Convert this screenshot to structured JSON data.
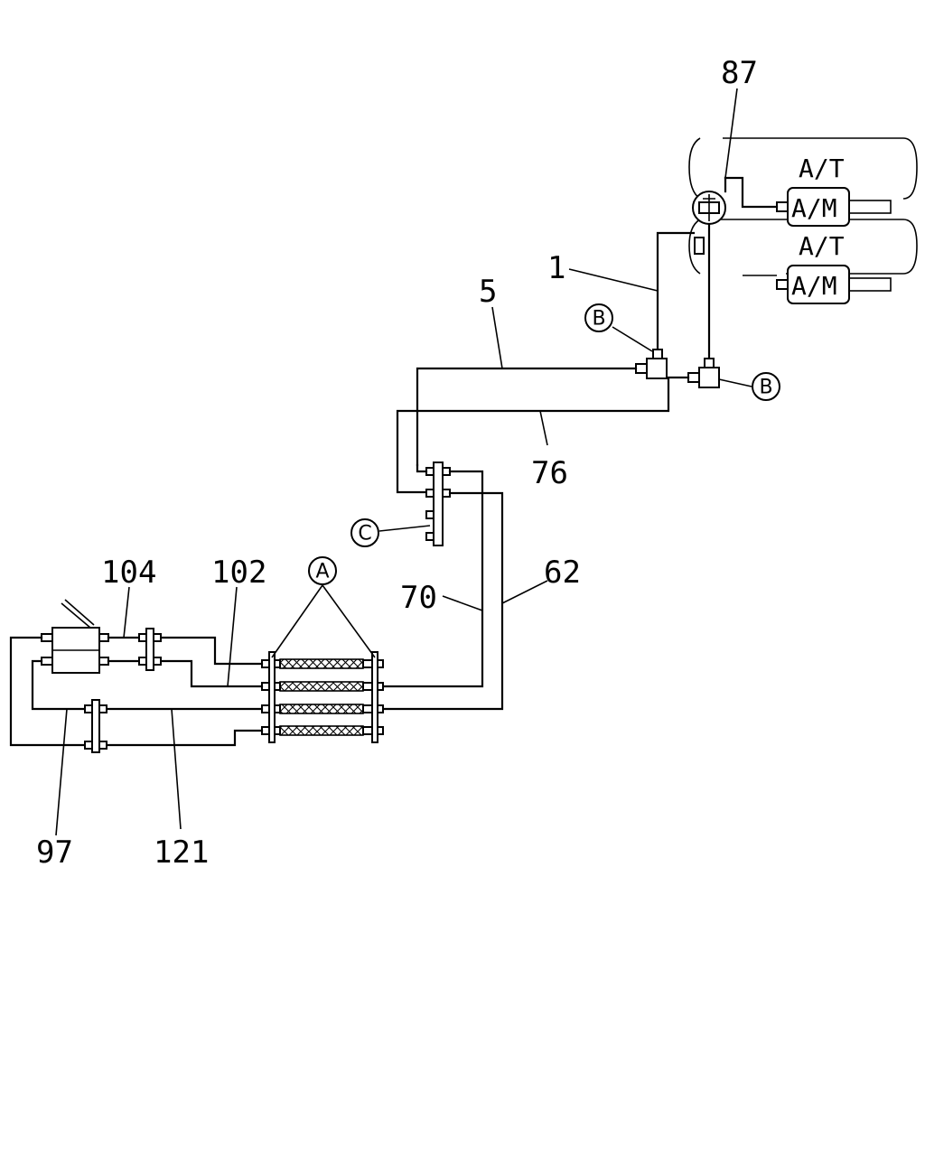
{
  "parts": {
    "p87": "87",
    "p1": "1",
    "p5": "5",
    "p76": "76",
    "p62": "62",
    "p70": "70",
    "p104": "104",
    "p102": "102",
    "p97": "97",
    "p121": "121"
  },
  "refs": {
    "a": "A",
    "b": "B",
    "c": "C"
  },
  "components": {
    "at": "A/T",
    "am": "A/M"
  }
}
